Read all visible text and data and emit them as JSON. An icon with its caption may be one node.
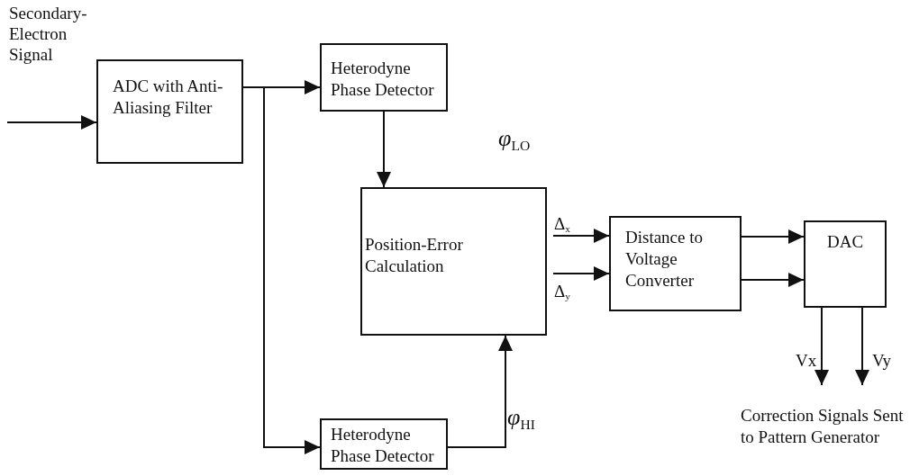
{
  "diagram": {
    "nodes": [
      {
        "text": [
          "ADC with Anti-Aliasing Filter"
        ]
      },
      {
        "text": [
          "Heterodyne Phase Detector"
        ]
      },
      {
        "text": [
          "Position-Error Calculation"
        ]
      },
      {
        "text": [
          "Heterodyne Phase Detector"
        ]
      },
      {
        "text": [
          "Distance to Voltage Converter"
        ]
      },
      {
        "text": [
          "DAC"
        ]
      },
      {
        "text": [
          "Correction Signals Sent to Pattern Generator"
        ]
      }
    ],
    "edges": [
      {
        "from": null,
        "to": 0,
        "arrow": "to"
      },
      {
        "from": 0,
        "to": 1,
        "arrow": "to"
      },
      {
        "from": 0,
        "to": 3,
        "arrow": "to"
      },
      {
        "from": 1,
        "to": 2,
        "label": "*φ*$_{LO}$",
        "arrow": "to"
      },
      {
        "from": 3,
        "to": 2,
        "label": "*φ*$_{HI}$",
        "arrow": "to"
      },
      {
        "from": 2,
        "to": 4,
        "label": "Δ$_{x}$",
        "arrow": "to"
      },
      {
        "from": 2,
        "to": 4,
        "label": "Δ$_{y}$",
        "arrow": "to"
      },
      {
        "from": 4,
        "to": 5,
        "arrow": "to"
      },
      {
        "from": 4,
        "to": 5,
        "arrow": "to"
      },
      {
        "from": 5,
        "to": 6,
        "label": "Vx",
        "arrow": "to"
      },
      {
        "from": 5,
        "to": 6,
        "label": "Vy",
        "arrow": "to"
      }
    ],
    "labels": [
      "Secondary- Electron Signal"
    ]
  }
}
